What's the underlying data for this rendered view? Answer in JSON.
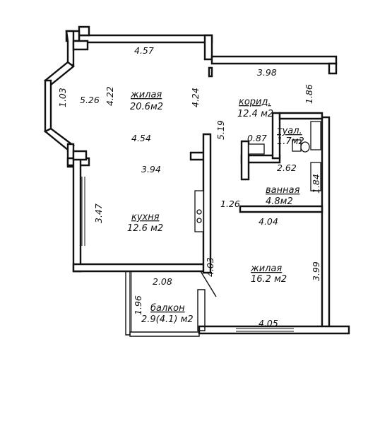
{
  "rooms": {
    "living1": {
      "name": "жилая",
      "area": "20.6м2"
    },
    "corridor": {
      "name": "корид.",
      "area": "12.4 м2"
    },
    "toilet": {
      "name": "туал.",
      "area": "1.7м2"
    },
    "bath": {
      "name": "ванная",
      "area": "4.8м2"
    },
    "kitchen": {
      "name": "кухня",
      "area": "12.6 м2"
    },
    "living2": {
      "name": "жилая",
      "area": "16.2 м2"
    },
    "balcony": {
      "name": "балкон",
      "area": "2.9(4.1) м2"
    }
  },
  "dimensions": {
    "d457": "4.57",
    "d398": "3.98",
    "d526": "5.26",
    "d422": "4.22",
    "d424": "4.24",
    "d103": "1.03",
    "d186": "1.86",
    "d454": "4.54",
    "d519": "5.19",
    "d087": "0.87",
    "d394": "3.94",
    "d262": "2.62",
    "d184": "1.84",
    "d347": "3.47",
    "d126": "1.26",
    "d404": "4.04",
    "d403": "4.03",
    "d208": "2.08",
    "d399": "3.99",
    "d196": "1.96",
    "d405": "4.05"
  }
}
